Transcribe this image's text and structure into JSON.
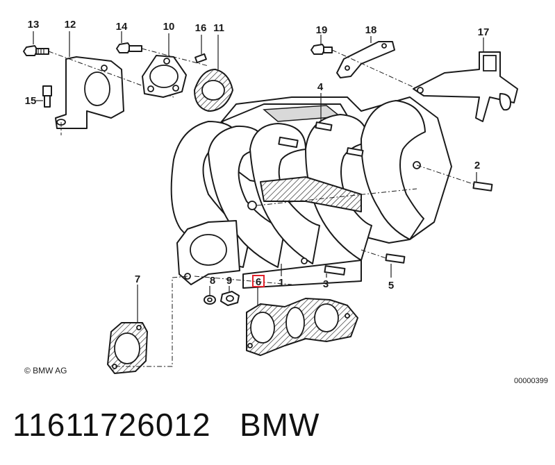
{
  "callouts": {
    "c1": "1",
    "c2": "2",
    "c3": "3",
    "c4": "4",
    "c5": "5",
    "c6": "6",
    "c7": "7",
    "c8": "8",
    "c9": "9",
    "c10": "10",
    "c11": "11",
    "c12": "12",
    "c13": "13",
    "c14": "14",
    "c15": "15",
    "c16": "16",
    "c17": "17",
    "c18": "18",
    "c19": "19"
  },
  "highlighted_callout": "6",
  "highlight_color": "#e0202a",
  "copyright": "© BMW AG",
  "diagram_code": "00000399",
  "part_number": "11611726012",
  "brand": "BMW"
}
